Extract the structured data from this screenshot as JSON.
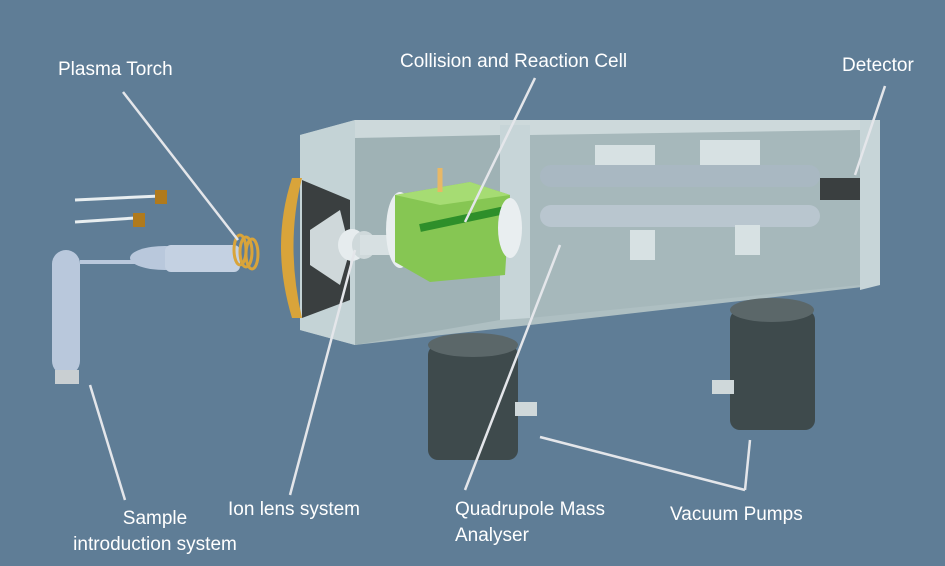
{
  "labels": {
    "plasma_torch": "Plasma Torch",
    "collision_cell": "Collision and Reaction Cell",
    "detector": "Detector",
    "sample_intro_line1": "Sample",
    "sample_intro_line2": "introduction system",
    "ion_lens": "Ion lens system",
    "quadrupole_line1": "Quadrupole Mass",
    "quadrupole_line2": "Analyser",
    "vacuum_pumps": "Vacuum Pumps"
  },
  "colors": {
    "background": "#5f7d96",
    "housing": "#b9c9cc",
    "cell": "#7fc24a",
    "pump": "#3e4a4c",
    "cone": "#d9a43a"
  }
}
